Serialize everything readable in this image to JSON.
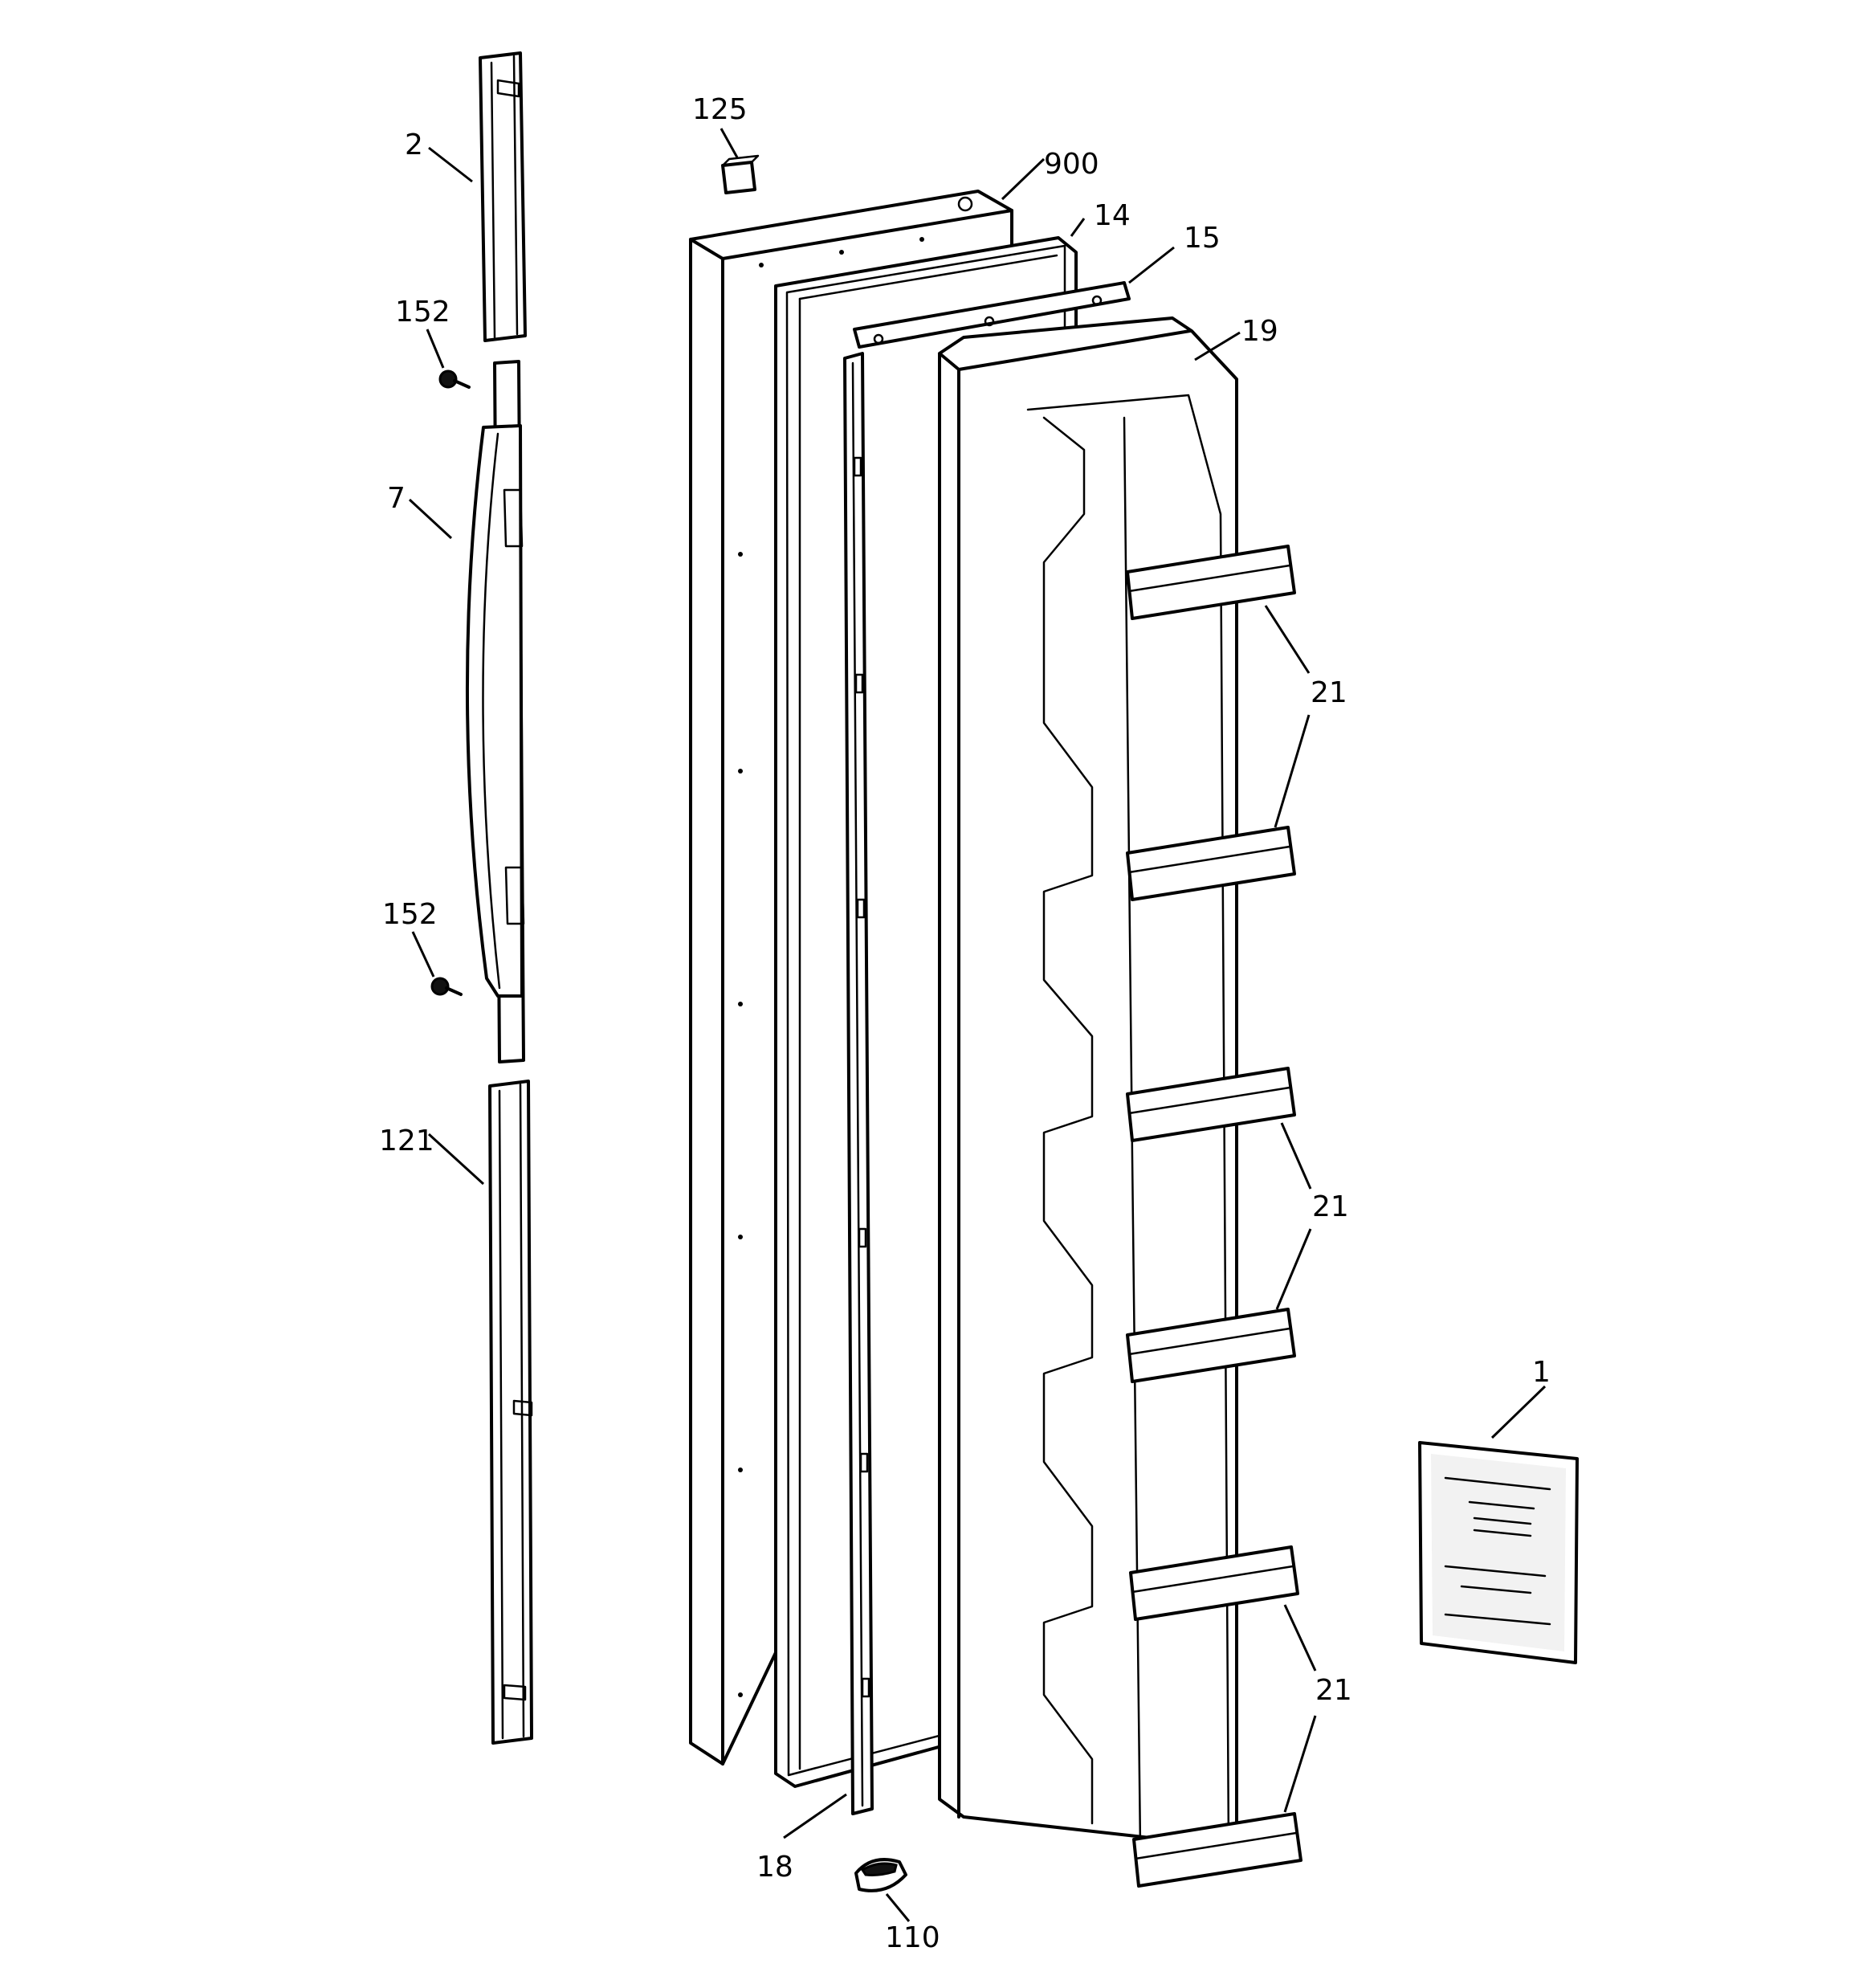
{
  "diagram": {
    "callouts": {
      "c2": "2",
      "c152a": "152",
      "c7": "7",
      "c152b": "152",
      "c121": "121",
      "c125": "125",
      "c900": "900",
      "c14": "14",
      "c15": "15",
      "c19": "19",
      "c21a": "21",
      "c21b": "21",
      "c21c": "21",
      "c18": "18",
      "c110": "110",
      "c1": "1"
    }
  }
}
